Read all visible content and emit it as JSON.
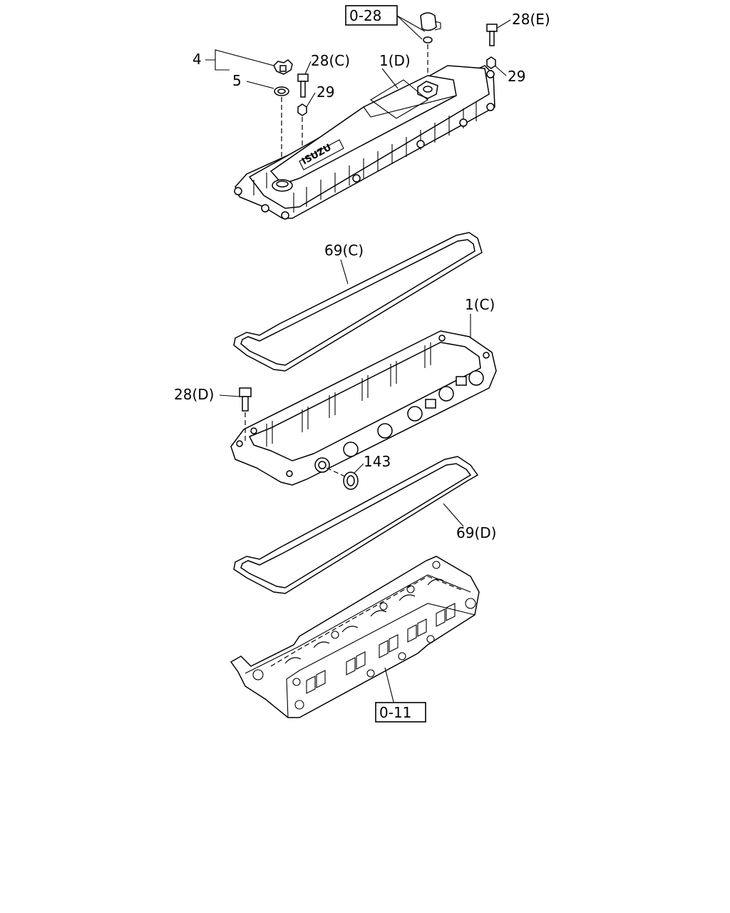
{
  "labels": {
    "ref_0_28": "0-28",
    "p28e": "28(E)",
    "p4": "4",
    "p5": "5",
    "p28c": "28(C)",
    "p1d": "1(D)",
    "p29_left": "29",
    "p29_right": "29",
    "p69c": "69(C)",
    "p1c": "1(C)",
    "p28d": "28(D)",
    "p143": "143",
    "p69d": "69(D)",
    "ref_0_11": "0-11"
  },
  "emblem_text": "ISUZU"
}
